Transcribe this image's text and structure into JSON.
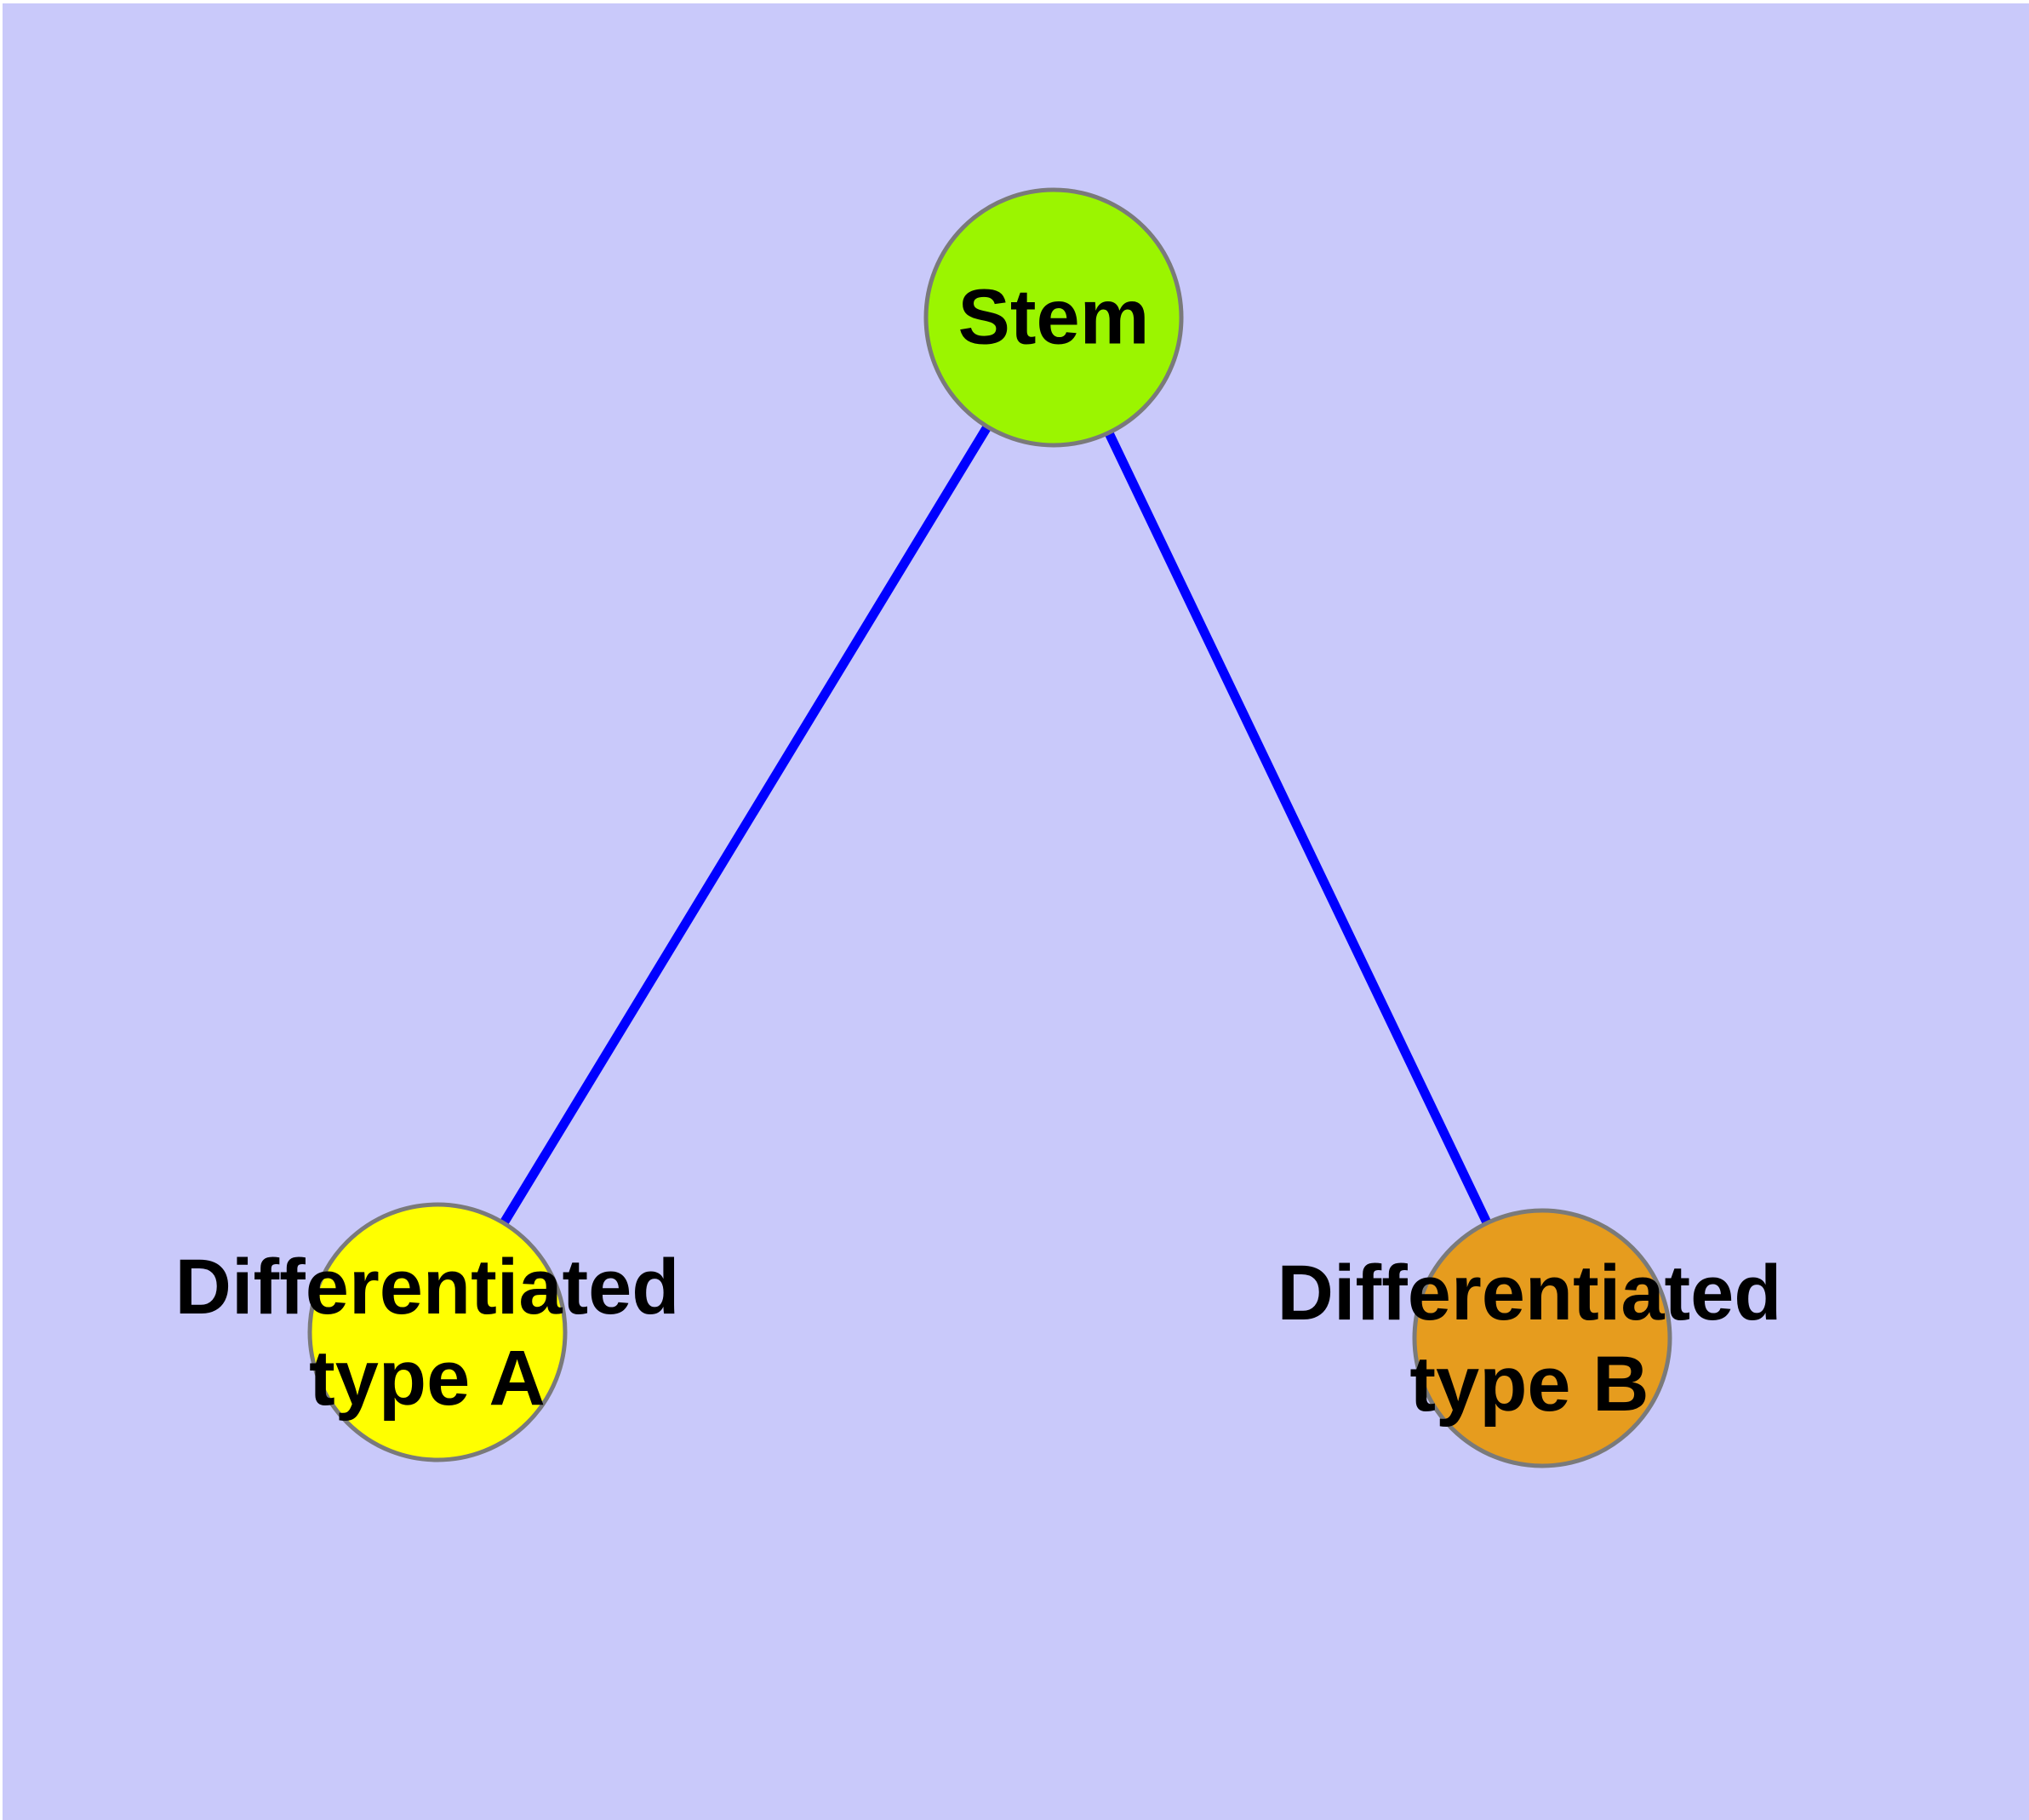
{
  "diagram": {
    "type": "graph",
    "background_color": "#C9C9FA",
    "node_border_color": "#7A7A7A",
    "edge_color": "#0000FF",
    "text_color": "#000000",
    "nodes": {
      "stem": {
        "label": "Stem",
        "color": "#9BF500"
      },
      "typeA": {
        "label": "Differentiated\ntype A",
        "color": "#FFFF00"
      },
      "typeB": {
        "label": "Differentiated\ntype B",
        "color": "#E69C1E"
      }
    },
    "edges": [
      {
        "from": "Stem",
        "to": "Differentiated type A"
      },
      {
        "from": "Stem",
        "to": "Differentiated type B"
      }
    ]
  }
}
